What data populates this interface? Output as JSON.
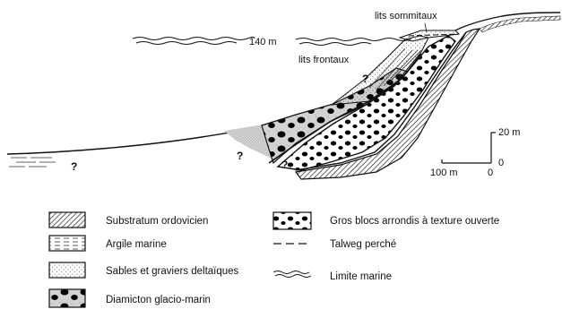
{
  "diagram": {
    "labels": {
      "lits_sommitaux": "lits sommitaux",
      "lits_frontaux": "lits frontaux",
      "altitude": "140 m",
      "question_mark": "?"
    },
    "scale": {
      "vertical": "20 m",
      "horizontal": "100 m",
      "zero": "0"
    }
  },
  "legend": {
    "items": [
      {
        "id": "substratum",
        "label": "Substratum ordovicien"
      },
      {
        "id": "argile",
        "label": "Argile marine"
      },
      {
        "id": "sables",
        "label": "Sables et graviers deltaïques"
      },
      {
        "id": "diamicton",
        "label": "Diamicton glacio-marin"
      },
      {
        "id": "gros_blocs",
        "label": "Gros blocs arrondis à texture ouverte"
      },
      {
        "id": "talweg",
        "label": "Talweg perché"
      },
      {
        "id": "limite",
        "label": "Limite marine"
      }
    ]
  }
}
